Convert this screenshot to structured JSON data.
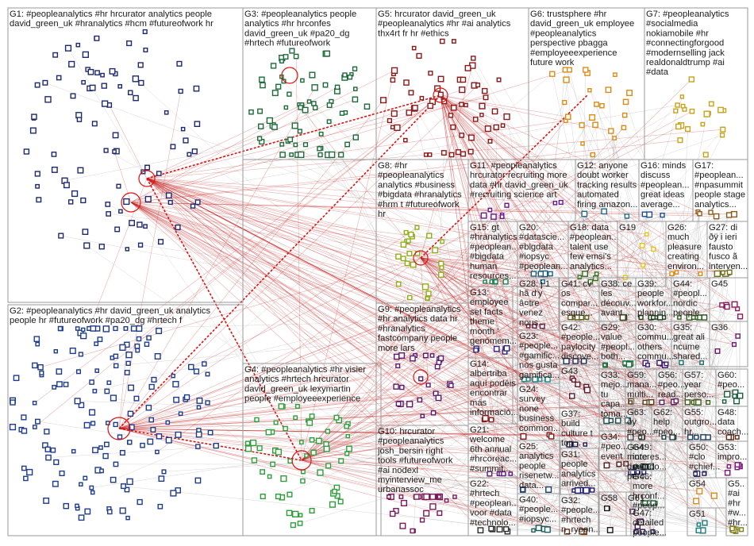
{
  "groups": [
    {
      "id": "G1",
      "lines": [
        "G1: #peopleanalytics #hr hrcurator analytics people",
        "david_green_uk #hranalytics #hcm #futureofwork hr"
      ],
      "color": "#1f2a6e"
    },
    {
      "id": "G2",
      "lines": [
        "G2: #peopleanalytics #hr david_green_uk analytics",
        "people hr #futureofwork #pa20_dg #hrtech f"
      ],
      "color": "#1f3c8a"
    },
    {
      "id": "G3",
      "lines": [
        "G3: #peopleanalytics people",
        "analytics #hr hrconfes",
        "david_green_uk #pa20_dg",
        "#hrtech #futureofwork"
      ],
      "color": "#1e6b3a"
    },
    {
      "id": "G4",
      "lines": [
        "G4: #peopleanalytics #hr visier",
        "analytics #hrtech hrcurator",
        "david_green_uk lexymartin",
        "people #employeeexperience"
      ],
      "color": "#2e9e3a"
    },
    {
      "id": "G5",
      "lines": [
        "G5: hrcurator david_green_uk",
        "#peopleanalytics #hr #ai analytics",
        "thx4rt fr hr #ethics"
      ],
      "color": "#8b1a1a"
    },
    {
      "id": "G6",
      "lines": [
        "G6: trustsphere #hr",
        "david_green_uk employee",
        "#peopleanalytics",
        "perspective pbagga",
        "#employeeexperience",
        "future work"
      ],
      "color": "#d98c1a"
    },
    {
      "id": "G7",
      "lines": [
        "G7: #peopleanalytics",
        "#socialmedia",
        "nokiamobile #hr",
        "#connectingforgood",
        "#modernselling jack",
        "realdonaldtrump #ai",
        "#data"
      ],
      "color": "#c9a21a"
    },
    {
      "id": "G8",
      "lines": [
        "G8: #hr",
        "#peopleanalytics",
        "analytics #business",
        "#bigdata #hranalytics",
        "#hrm t #futureofwork",
        "hr"
      ],
      "color": "#8fae1a"
    },
    {
      "id": "G9",
      "lines": [
        "G9: #peopleanalytics",
        "#hr analytics data hr",
        "#hranalytics",
        "fastcompany people",
        "more lars"
      ],
      "color": "#5a1a6e"
    },
    {
      "id": "G10",
      "lines": [
        "G10: hrcurator",
        "#peopleanalytics",
        "josh_bersin right",
        "tools #futureofwork",
        "#ai nodexl",
        "myinterview_me",
        "urbanassoc"
      ],
      "color": "#7a1a5a"
    },
    {
      "id": "G11",
      "lines": [
        "G11: #peopleanalytics",
        "hrcurator recruiting more",
        "data #hr david_green_uk",
        "#recruiting science art"
      ],
      "color": "#6a1a8e"
    },
    {
      "id": "G12",
      "lines": [
        "G12: anyone",
        "doubt worker",
        "tracking results",
        "automated",
        "firing amazon..."
      ],
      "color": "#1a6e8e"
    },
    {
      "id": "G13",
      "lines": [
        "G13:",
        "employee",
        "set facts",
        "theme",
        "month '",
        "genomem..."
      ],
      "color": "#2a2a7e"
    },
    {
      "id": "G14",
      "lines": [
        "G14:",
        "albertriba",
        "aquí podéis",
        "encontrar",
        "más",
        "informació..."
      ],
      "color": "#8e1a1a"
    },
    {
      "id": "G15",
      "lines": [
        "G15: gt",
        "#hranalytics",
        "#peoplean...",
        "#bigdata",
        "human",
        "resources..."
      ],
      "color": "#1a7e4e"
    },
    {
      "id": "G16",
      "lines": [
        "G16: minds",
        "discuss",
        "#peoplean...",
        "great ideas",
        "average..."
      ],
      "color": "#1a4e8e"
    },
    {
      "id": "G17",
      "lines": [
        "G17:",
        "#peoplean...",
        "#npasummit",
        "people stage",
        "analytics..."
      ],
      "color": "#8e5a1a"
    },
    {
      "id": "G18",
      "lines": [
        "G18: data",
        "#peoplean...",
        "talent use",
        "few emsi's",
        "analytics..."
      ],
      "color": "#3a6e1a"
    },
    {
      "id": "G19",
      "lines": [
        "G19"
      ],
      "color": "#e6c21a"
    },
    {
      "id": "G20",
      "lines": [
        "G20:",
        "#datascie...",
        "#bigdata",
        "#iopsyc",
        "#peoplean..."
      ],
      "color": "#1a5e7e"
    },
    {
      "id": "G21",
      "lines": [
        "G21:",
        "welcome",
        "6th annual",
        "#hrcoreac...",
        "#summit..."
      ],
      "color": "#5e1a7e"
    },
    {
      "id": "G22",
      "lines": [
        "G22:",
        "#hrtech",
        "#peoplean...",
        "voor #data",
        "#technolo..."
      ],
      "color": "#2a2a2a"
    },
    {
      "id": "G23",
      "lines": [
        "G23:",
        "#people...",
        "#gamific...",
        "nos gusta",
        "gamifica..."
      ],
      "color": "#1a8e8e"
    },
    {
      "id": "G24",
      "lines": [
        "G24:",
        "survey",
        "none",
        "business",
        "common..."
      ],
      "color": "#7e1a1a"
    },
    {
      "id": "G25",
      "lines": [
        "G25:",
        "analytics",
        "people",
        "risenetw...",
        "data..."
      ],
      "color": "#1a3e6e"
    },
    {
      "id": "G26",
      "lines": [
        "G26:",
        "much",
        "pleasure",
        "creating",
        "environ..."
      ],
      "color": "#d98c1a"
    },
    {
      "id": "G27",
      "lines": [
        "G27: di",
        "ðÿ i ieri",
        "fausto",
        "fusco ã",
        "interven..."
      ],
      "color": "#6e6e1a"
    },
    {
      "id": "G28",
      "lines": [
        "G28: j 1",
        "hã d'y",
        "â¤tre",
        "venez",
        "nous..."
      ],
      "color": "#6e1a3e"
    },
    {
      "id": "G29",
      "lines": [
        "G29:",
        "value",
        "#peopl...",
        "both..."
      ],
      "color": "#1a6e3e"
    },
    {
      "id": "G30",
      "lines": [
        "G30:",
        "commu...",
        "others",
        "commu..."
      ],
      "color": "#3e1a6e"
    },
    {
      "id": "G31",
      "lines": [
        "G31:",
        "people",
        "analytics",
        "arrived..."
      ],
      "color": "#1a1a6e"
    },
    {
      "id": "G32",
      "lines": [
        "G32:",
        "#people...",
        "#hrtech",
        "n_ryoon..."
      ],
      "color": "#6e3e1a"
    },
    {
      "id": "G33",
      "lines": [
        "G33:",
        "mejo...",
        "tu",
        "capa...",
        "toma..."
      ],
      "color": "#1a4e4e"
    },
    {
      "id": "G34",
      "lines": [
        "G34:",
        "#peo...",
        "event"
      ],
      "color": "#4e1a1a"
    },
    {
      "id": "G35",
      "lines": [
        "G35:",
        "great ali",
        "ncume",
        "shared..."
      ],
      "color": "#1a6e6e"
    },
    {
      "id": "G36",
      "lines": [
        "G36"
      ],
      "color": "#6e1a6e"
    },
    {
      "id": "G37",
      "lines": [
        "G37:",
        "build",
        "culture t",
        "top..."
      ],
      "color": "#1a1a4e"
    },
    {
      "id": "G38",
      "lines": [
        "G38: ce",
        "les",
        "découv...",
        "avant..."
      ],
      "color": "#3e3e1a"
    },
    {
      "id": "G39",
      "lines": [
        "G39:",
        "people",
        "workfor...",
        "plannin..."
      ],
      "color": "#1a3e1a"
    },
    {
      "id": "G40",
      "lines": [
        "G40:",
        "#people...",
        "#iopsyc..."
      ],
      "color": "#1a5e5e"
    },
    {
      "id": "G41",
      "lines": [
        "G41: cv",
        "os",
        "compar...",
        "esque..."
      ],
      "color": "#5e5e1a"
    },
    {
      "id": "G42",
      "lines": [
        "G42:",
        "#people...",
        "paylocity",
        "discove..."
      ],
      "color": "#1a2e5e"
    },
    {
      "id": "G43",
      "lines": [
        "G43"
      ],
      "color": "#5e1a2e"
    },
    {
      "id": "G44",
      "lines": [
        "G44:",
        "#peopl...",
        "nordic",
        "people..."
      ],
      "color": "#2e5e1a"
    },
    {
      "id": "G45",
      "lines": [
        "G45"
      ],
      "color": "#8e1a5e"
    },
    {
      "id": "G46",
      "lines": [
        "G46:",
        "more",
        "hrconf...",
        "#peop..."
      ],
      "color": "#1a5e2e"
    },
    {
      "id": "G47",
      "lines": [
        "G47:",
        "detailed",
        "people..."
      ],
      "color": "#2e1a5e"
    },
    {
      "id": "G48",
      "lines": [
        "G48:",
        "data",
        "coach..."
      ],
      "color": "#5e2e1a"
    },
    {
      "id": "G49",
      "lines": [
        "G49:",
        "interes...",
        "estado..."
      ],
      "color": "#1a2e2e"
    },
    {
      "id": "G50",
      "lines": [
        "G50:",
        "#clo",
        "#chief..."
      ],
      "color": "#2e2e5e"
    },
    {
      "id": "G51",
      "lines": [
        "G51"
      ],
      "color": "#1a7e7e"
    },
    {
      "id": "G52",
      "lines": [
        "G5..",
        "#ai",
        "#hr",
        "#w...",
        "#hr..."
      ],
      "color": "#7e7e1a"
    },
    {
      "id": "G53",
      "lines": [
        "G53:",
        "impro..."
      ],
      "color": "#7e1a7e"
    },
    {
      "id": "G54",
      "lines": [
        "G54"
      ],
      "color": "#d98c1a"
    },
    {
      "id": "G55",
      "lines": [
        "G55:",
        "outgro...",
        "hr..."
      ],
      "color": "#1a3e5e"
    },
    {
      "id": "G56",
      "lines": [
        "G56:",
        "#peo...",
        "read..."
      ],
      "color": "#5e1a5e"
    },
    {
      "id": "G57",
      "lines": [
        "G57:",
        "year",
        "perso..."
      ],
      "color": "#3e5e1a"
    },
    {
      "id": "G58",
      "lines": [
        "G58"
      ],
      "color": "#1a1a1a"
    },
    {
      "id": "G59",
      "lines": [
        "G59:",
        "mana...",
        "multi..."
      ],
      "color": "#5e3e1a"
    },
    {
      "id": "G60",
      "lines": [
        "G60:",
        "#peo..."
      ],
      "color": "#1a5e3e"
    },
    {
      "id": "G61",
      "lines": [
        "G61"
      ],
      "color": "#3e1a3e"
    },
    {
      "id": "G62",
      "lines": [
        "G62:",
        "help",
        "#peo..."
      ],
      "color": "#1a3e3e"
    },
    {
      "id": "G63",
      "lines": [
        "G63:",
        "ðÿ",
        "#peo..."
      ],
      "color": "#3e3e3e"
    },
    {
      "id": "G64",
      "lines": [
        "G64:",
        "more",
        "drive",
        "perc..."
      ],
      "color": "#1a1a5e"
    }
  ]
}
